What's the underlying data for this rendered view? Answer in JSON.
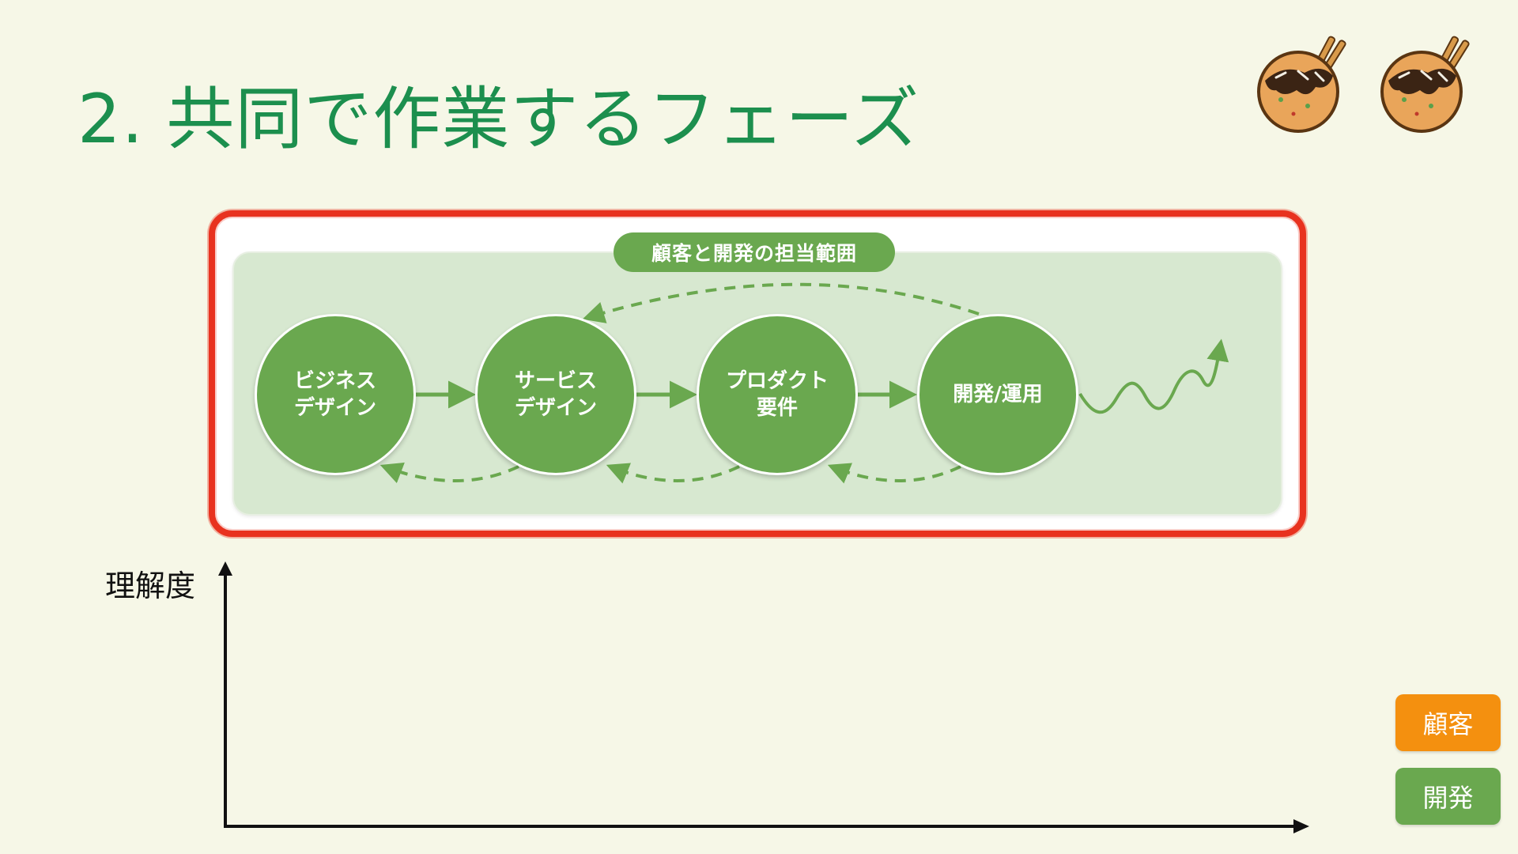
{
  "slide": {
    "title": "2. 共同で作業するフェーズ"
  },
  "scope": {
    "label": "顧客と開発の担当範囲"
  },
  "phases": [
    {
      "line1": "ビジネス",
      "line2": "デザイン"
    },
    {
      "line1": "サービス",
      "line2": "デザイン"
    },
    {
      "line1": "プロダクト",
      "line2": "要件"
    },
    {
      "line1": "開発/運用",
      "line2": ""
    }
  ],
  "chart": {
    "y_axis_label": "理解度"
  },
  "legend": {
    "customer": "顧客",
    "development": "開発"
  },
  "colors": {
    "background": "#f6f7e7",
    "title": "#1c8f4e",
    "phase_green": "#6aa84f",
    "panel_green": "#d7e8d0",
    "red_frame": "#e8321f",
    "customer_orange": "#f4900f"
  },
  "icons": [
    "takoyaki-mascot-icon",
    "takoyaki-mascot-icon"
  ]
}
